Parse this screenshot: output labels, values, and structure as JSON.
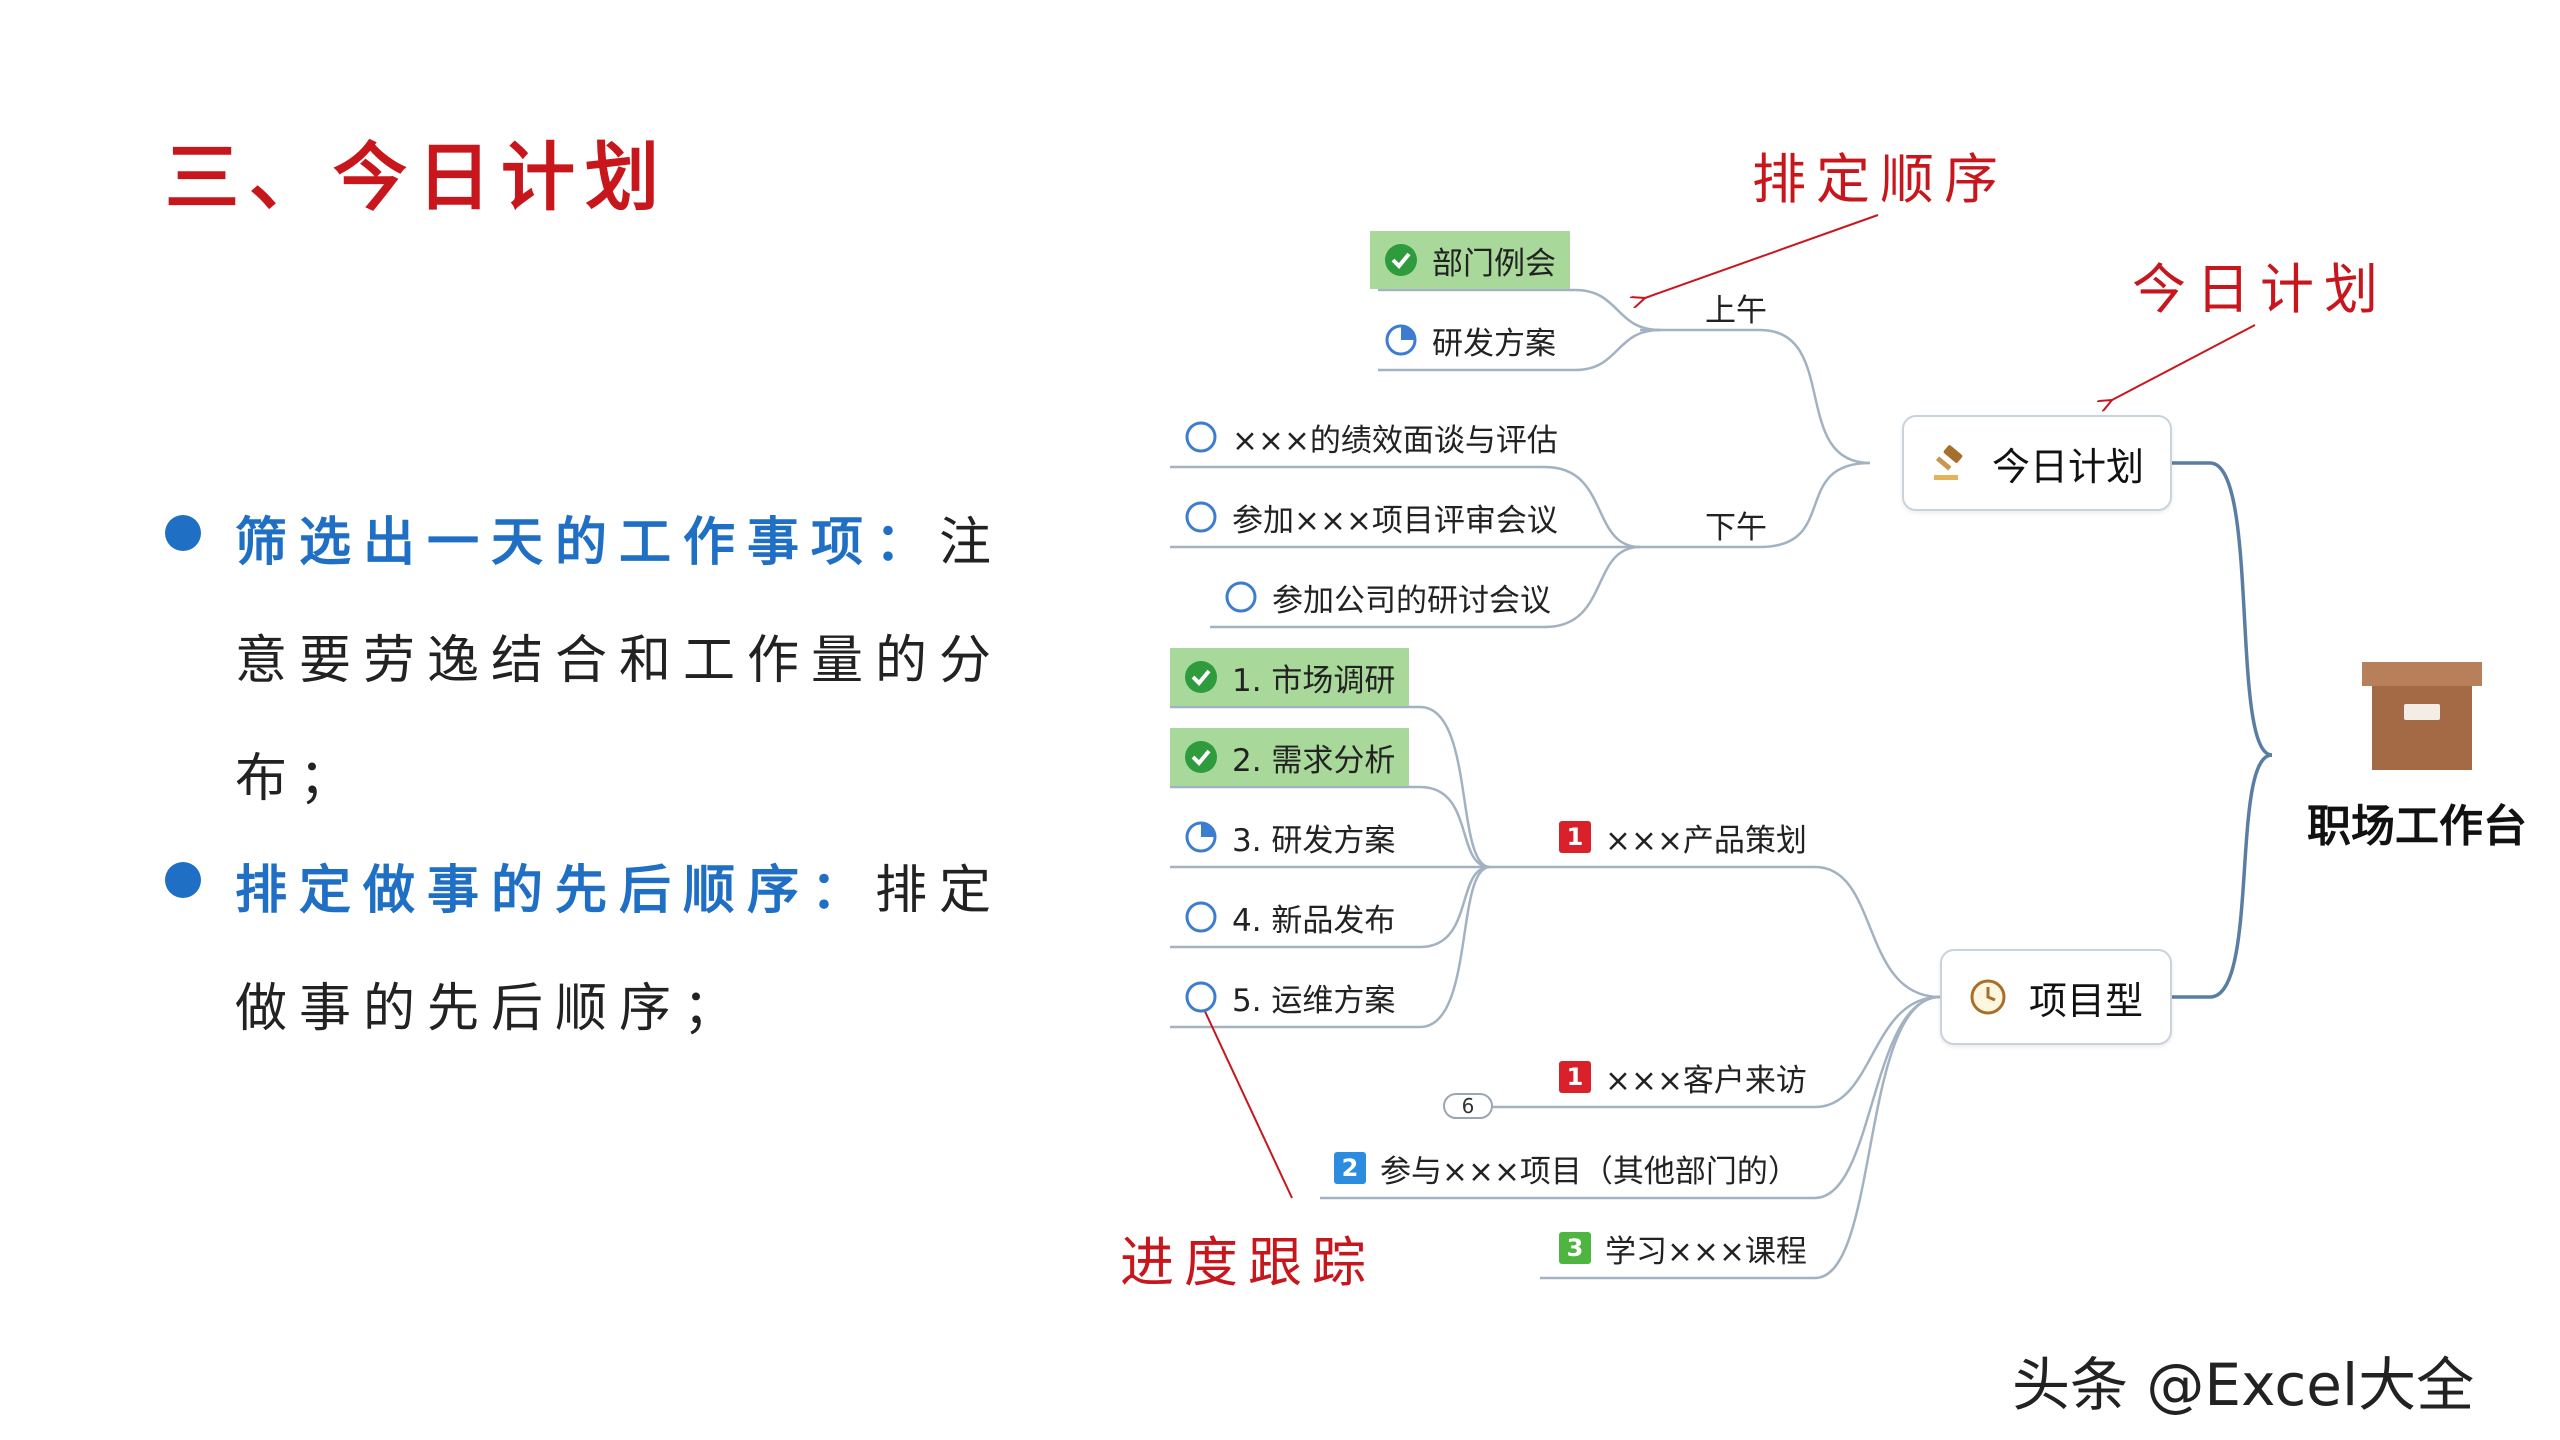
{
  "title": "三、今日计划",
  "colors": {
    "red": "#c8161d",
    "blue": "#1f6fc4",
    "green_highlight": "#a8d89a",
    "line": "#a3b2c2",
    "root_line": "#5a7ea3"
  },
  "bullets": [
    {
      "lead": "筛选出一天的工作事项：",
      "line1_rest": "注",
      "line2": "意要劳逸结合和工作量的分",
      "line3": "布；"
    },
    {
      "lead": "排定做事的先后顺序：",
      "line1_rest": "排定",
      "line2": "做事的先后顺序；"
    }
  ],
  "annotations": {
    "order": "排定顺序",
    "today": "今日计划",
    "progress": "进度跟踪"
  },
  "mindmap": {
    "root": "职场工作台",
    "today_plan": {
      "label": "今日计划",
      "icon": "gavel-icon",
      "morning": {
        "label": "上午",
        "items": [
          {
            "text": "部门例会",
            "status": "done"
          },
          {
            "text": "研发方案",
            "status": "quarter"
          }
        ]
      },
      "afternoon": {
        "label": "下午",
        "items": [
          {
            "text": "×××的绩效面谈与评估",
            "status": "empty"
          },
          {
            "text": "参加×××项目评审会议",
            "status": "empty"
          },
          {
            "text": "参加公司的研讨会议",
            "status": "empty"
          }
        ]
      }
    },
    "project": {
      "label": "项目型",
      "icon": "clock-icon",
      "product_plan": {
        "label": "×××产品策划",
        "priority": "1",
        "steps": [
          {
            "text": "1. 市场调研",
            "status": "done"
          },
          {
            "text": "2. 需求分析",
            "status": "done"
          },
          {
            "text": "3. 研发方案",
            "status": "quarter"
          },
          {
            "text": "4. 新品发布",
            "status": "empty"
          },
          {
            "text": "5. 运维方案",
            "status": "empty"
          }
        ]
      },
      "others": [
        {
          "text": "×××客户来访",
          "priority": "1"
        },
        {
          "text": "参与×××项目（其他部门的）",
          "priority": "2"
        },
        {
          "text": "学习×××课程",
          "priority": "3"
        }
      ],
      "collapsed_count": "6"
    }
  },
  "watermark": "头条 @Excel大全"
}
